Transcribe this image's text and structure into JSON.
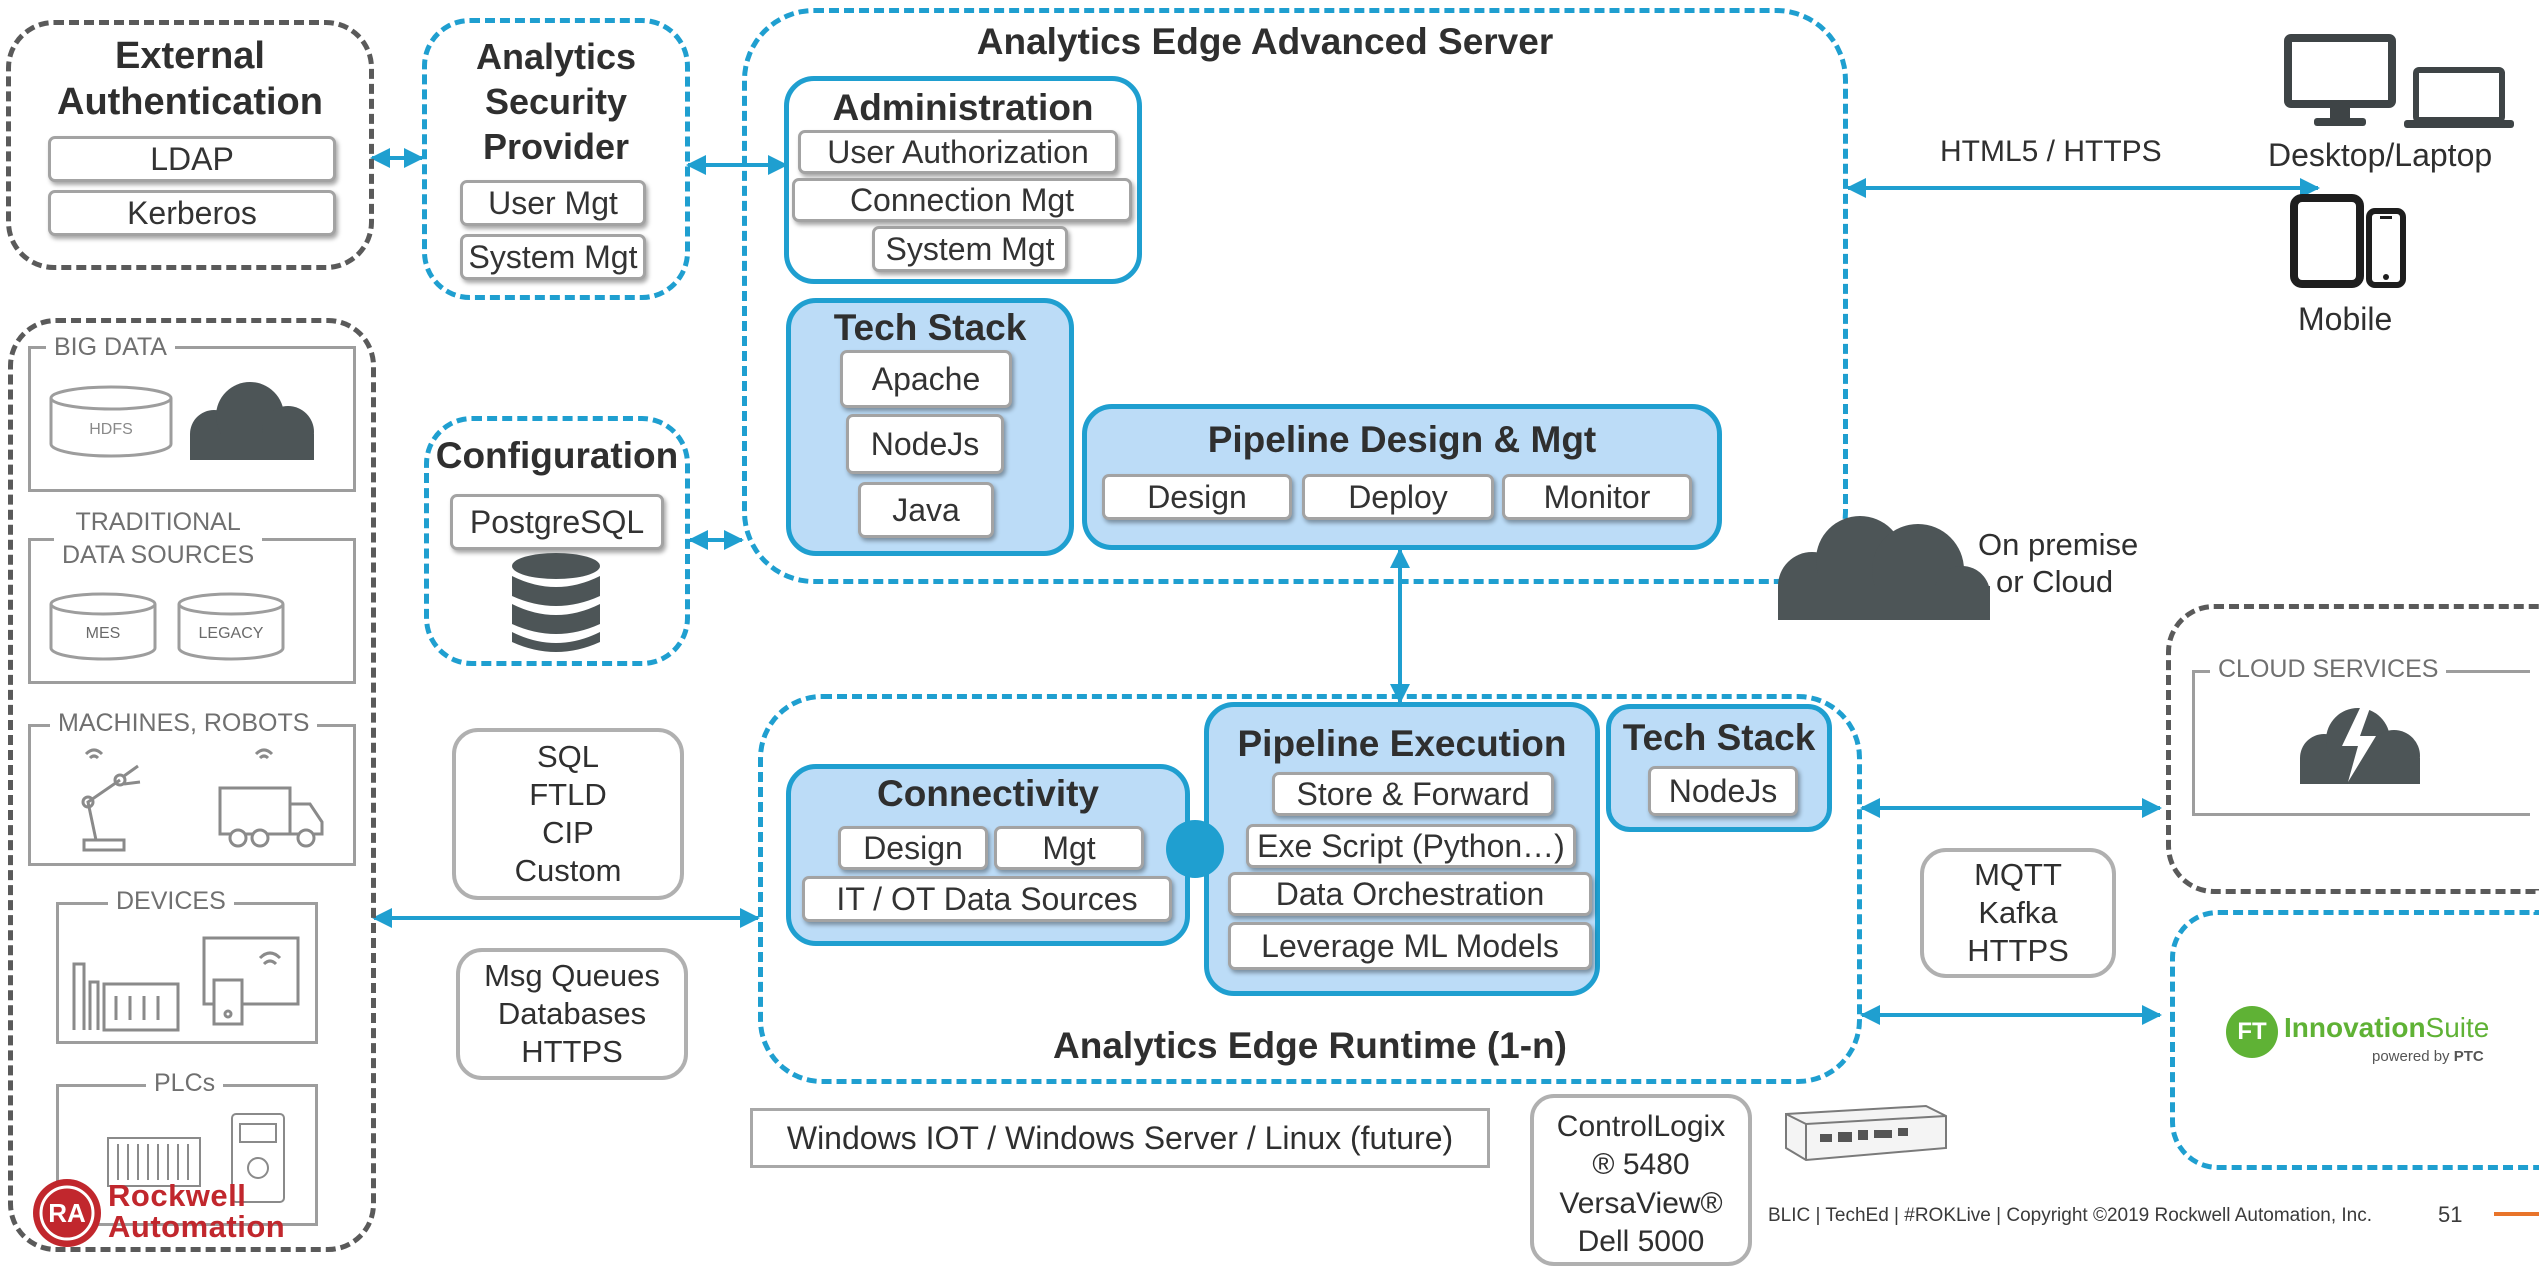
{
  "external_auth": {
    "title_line1": "External",
    "title_line2": "Authentication",
    "items": [
      "LDAP",
      "Kerberos"
    ]
  },
  "security_provider": {
    "title_line1": "Analytics",
    "title_line2": "Security",
    "title_line3": "Provider",
    "items": [
      "User Mgt",
      "System Mgt"
    ]
  },
  "advanced_server": {
    "title": "Analytics Edge Advanced Server",
    "administration": {
      "title": "Administration",
      "items": [
        "User Authorization",
        "Connection Mgt",
        "System Mgt"
      ]
    },
    "tech_stack": {
      "title": "Tech Stack",
      "items": [
        "Apache",
        "NodeJs",
        "Java"
      ]
    },
    "pipeline_design": {
      "title": "Pipeline Design & Mgt",
      "items": [
        "Design",
        "Deploy",
        "Monitor"
      ]
    }
  },
  "configuration": {
    "title": "Configuration",
    "item": "PostgreSQL"
  },
  "clients": {
    "protocol": "HTML5 / HTTPS",
    "desktop": "Desktop/Laptop",
    "mobile": "Mobile"
  },
  "cloud": {
    "line1": "On premise",
    "line2": "or Cloud"
  },
  "data_sources": {
    "big_data": {
      "label": "BIG DATA",
      "db": "HDFS"
    },
    "traditional": {
      "label_line1": "TRADITIONAL",
      "label_line2": "DATA SOURCES",
      "db1": "MES",
      "db2": "LEGACY"
    },
    "machines": {
      "label": "MACHINES, ROBOTS"
    },
    "devices": {
      "label": "DEVICES"
    },
    "plcs": {
      "label": "PLCs"
    }
  },
  "protocols_left": {
    "items": [
      "SQL",
      "FTLD",
      "CIP",
      "Custom"
    ]
  },
  "protocols_left2": {
    "items": [
      "Msg Queues",
      "Databases",
      "HTTPS"
    ]
  },
  "runtime": {
    "title": "Analytics Edge Runtime (1-n)",
    "connectivity": {
      "title": "Connectivity",
      "items": [
        "Design",
        "Mgt",
        "IT / OT Data Sources"
      ]
    },
    "pipeline_execution": {
      "title": "Pipeline Execution",
      "items": [
        "Store & Forward",
        "Exe Script (Python…)",
        "Data Orchestration",
        "Leverage ML Models"
      ]
    },
    "tech_stack": {
      "title": "Tech Stack",
      "item": "NodeJs"
    }
  },
  "cloud_services": {
    "label": "CLOUD SERVICES"
  },
  "protocols_right": {
    "items": [
      "MQTT",
      "Kafka",
      "HTTPS"
    ]
  },
  "innovation_suite": {
    "badge": "FT",
    "name_part1": "Innovation",
    "name_part2": "Suite",
    "powered": "powered by",
    "ptc": "PTC"
  },
  "platform": "Windows IOT / Windows Server / Linux (future)",
  "hardware": {
    "line1": "ControlLogix",
    "line2": "® 5480",
    "line3": "VersaView®",
    "line4": "Dell 5000"
  },
  "footer": {
    "text": "BLIC | TechEd | #ROKLive | Copyright ©2019 Rockwell Automation, Inc.",
    "page": "51"
  },
  "logo": {
    "line1": "Rockwell",
    "line2": "Automation",
    "badge": "RA"
  },
  "colors": {
    "accent_blue": "#1f9fd0",
    "fill_blue": "#bcdcf7",
    "dark_grey": "#4d5557",
    "brand_red": "#c1272d",
    "orange": "#e8742a"
  }
}
